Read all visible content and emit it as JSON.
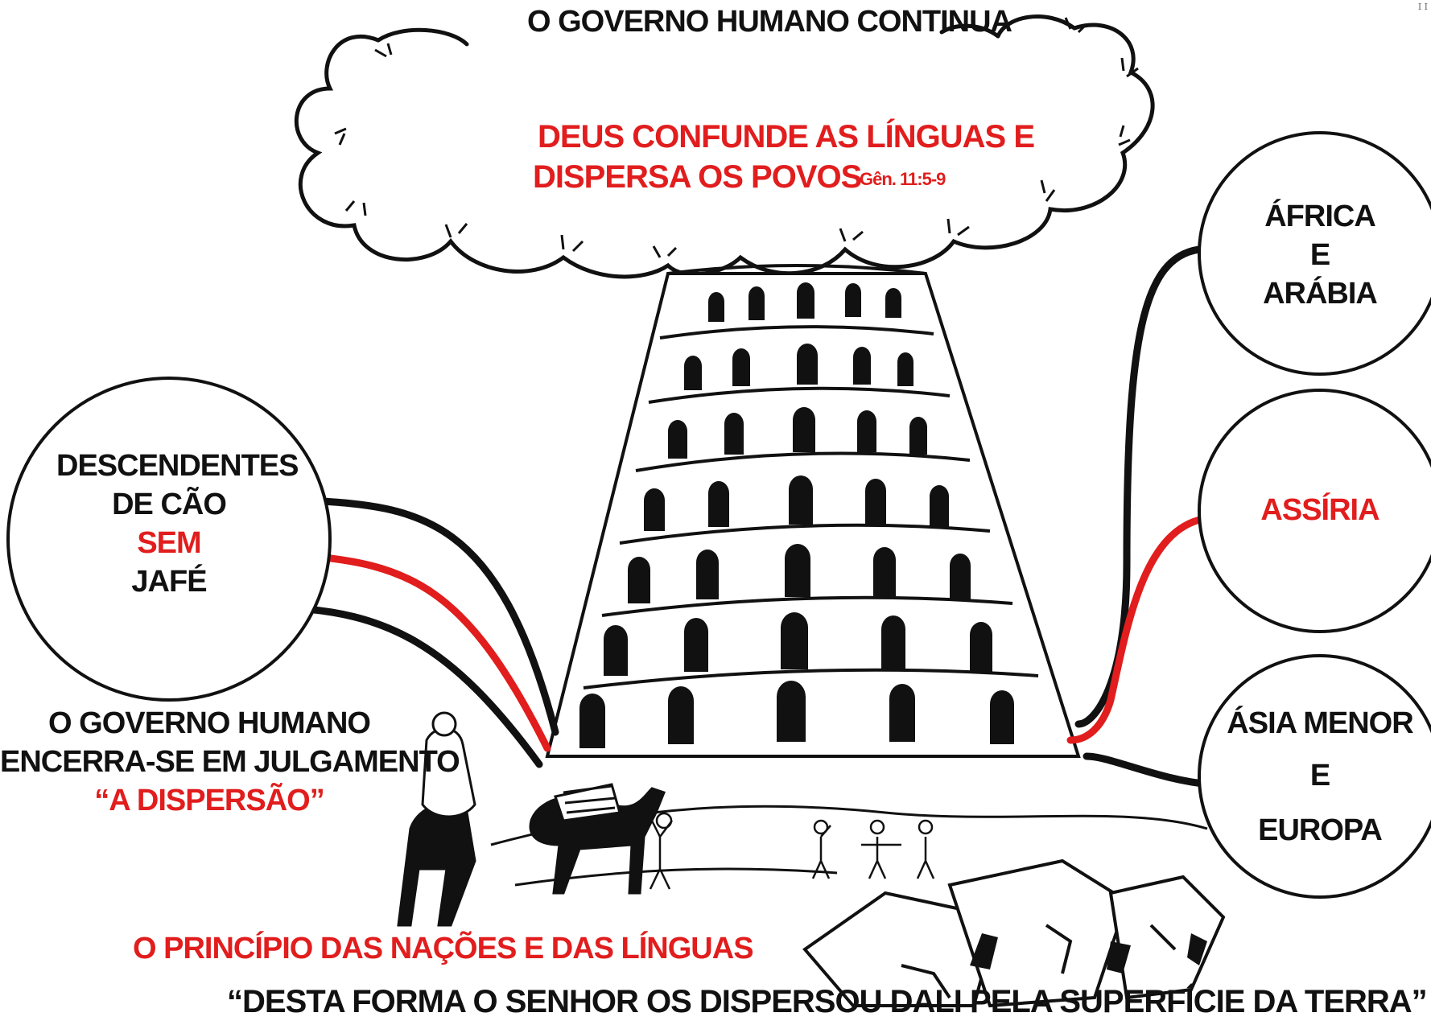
{
  "colors": {
    "ink": "#111111",
    "accent": "#e11d1d",
    "paper": "#ffffff"
  },
  "corner_mark": "I I",
  "top_title": "O GOVERNO HUMANO CONTINUA",
  "cloud": {
    "line1": "DEUS CONFUNDE AS LÍNGUAS E",
    "line2": "DISPERSA OS POVOS",
    "reference": "Gên. 11:5-9"
  },
  "left_circle": {
    "line1": "DESCENDENTES",
    "line2": "DE CÃO",
    "line3": "SEM",
    "line4": "JAFÉ"
  },
  "right_circles": {
    "africa": {
      "line1": "ÁFRICA",
      "line2": "E",
      "line3": "ARÁBIA"
    },
    "assyria": {
      "label": "ASSÍRIA"
    },
    "asia": {
      "line1": "ÁSIA MENOR",
      "line2": "E",
      "line3": "EUROPA"
    }
  },
  "judgment": {
    "line1": "O GOVERNO HUMANO",
    "line2": "ENCERRA-SE EM JULGAMENTO",
    "line3": "“A DISPERSÃO”"
  },
  "nations_caption": "O PRINCÍPIO DAS NAÇÕES E DAS LÍNGUAS",
  "bottom_quote": "“DESTA FORMA O SENHOR OS DISPERSOU DALI PELA SUPERFÍCIE DA TERRA”",
  "illustration": {
    "tower_icon": "tower-of-babel-icon",
    "camel_icon": "camel-icon",
    "rider_icon": "horse-rider-icon",
    "stones_icon": "stone-blocks-icon"
  }
}
